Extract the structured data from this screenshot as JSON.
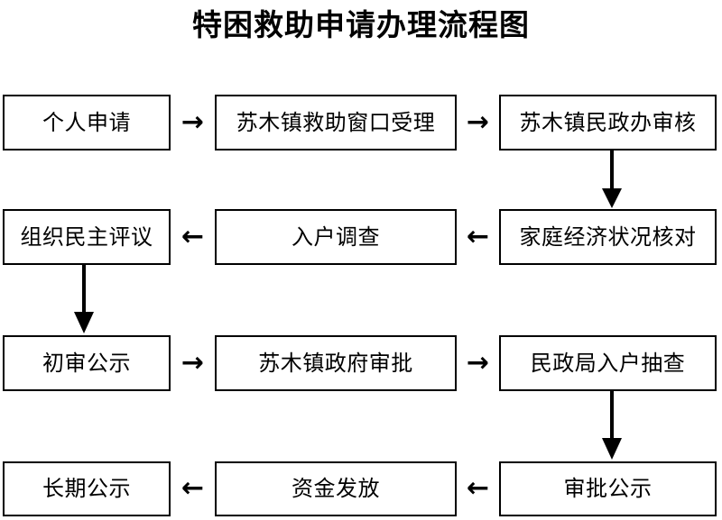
{
  "title": "特困救助申请办理流程图",
  "flow": {
    "rows": [
      {
        "direction": "left-to-right",
        "nodes": [
          {
            "label": "个人申请"
          },
          {
            "label": "苏木镇救助窗口受理"
          },
          {
            "label": "苏木镇民政办审核"
          }
        ],
        "connectors": [
          {
            "glyph": "→",
            "name": "arrow-right-icon"
          },
          {
            "glyph": "→",
            "name": "arrow-right-icon"
          }
        ]
      },
      {
        "direction": "right-to-left",
        "nodes": [
          {
            "label": "组织民主评议"
          },
          {
            "label": "入户调查"
          },
          {
            "label": "家庭经济状况核对"
          }
        ],
        "connectors": [
          {
            "glyph": "←",
            "name": "arrow-left-icon"
          },
          {
            "glyph": "←",
            "name": "arrow-left-icon"
          }
        ]
      },
      {
        "direction": "left-to-right",
        "nodes": [
          {
            "label": "初审公示"
          },
          {
            "label": "苏木镇政府审批"
          },
          {
            "label": "民政局入户抽查"
          }
        ],
        "connectors": [
          {
            "glyph": "→",
            "name": "arrow-right-icon"
          },
          {
            "glyph": "→",
            "name": "arrow-right-icon"
          }
        ]
      },
      {
        "direction": "right-to-left",
        "nodes": [
          {
            "label": "长期公示"
          },
          {
            "label": "资金发放"
          },
          {
            "label": "审批公示"
          }
        ],
        "connectors": [
          {
            "glyph": "←",
            "name": "arrow-left-icon"
          },
          {
            "glyph": "←",
            "name": "arrow-left-icon"
          }
        ]
      }
    ],
    "vertical_connectors": [
      {
        "name": "arrow-down-icon",
        "from": "苏木镇民政办审核",
        "to": "家庭经济状况核对"
      },
      {
        "name": "arrow-down-icon",
        "from": "组织民主评议",
        "to": "初审公示"
      },
      {
        "name": "arrow-down-icon",
        "from": "民政局入户抽查",
        "to": "审批公示"
      }
    ]
  },
  "colors": {
    "background": "#ffffff",
    "stroke": "#000000",
    "text": "#000000"
  }
}
